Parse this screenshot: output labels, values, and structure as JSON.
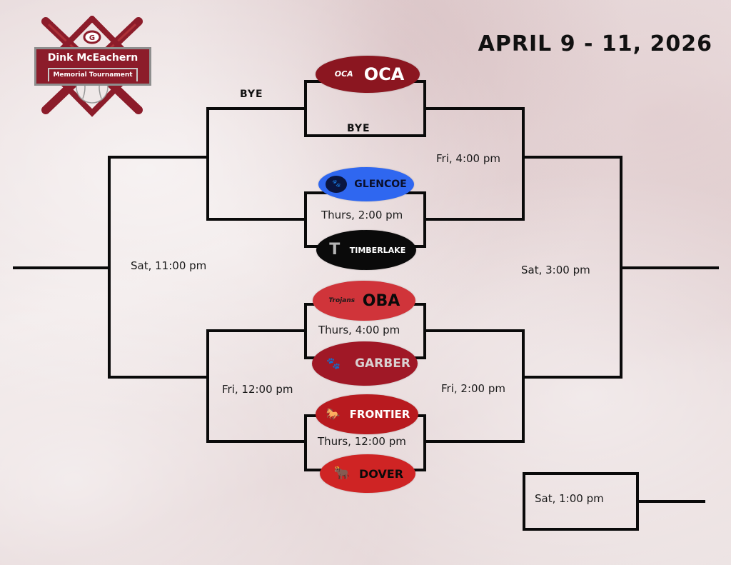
{
  "header": {
    "date_range": "APRIL 9 - 11, 2026"
  },
  "tournament_logo": {
    "title": "Dink McEachern",
    "subtitle": "Memorial Tournament",
    "emblem_letter": "G",
    "colors": {
      "primary": "#8c1c2a",
      "border": "#8e8e8e"
    }
  },
  "bracket": {
    "round1": [
      {
        "top": {
          "name": "OCA",
          "logo_text": "OCA",
          "color": "#8b1620",
          "text_color": "#ffffff"
        },
        "bottom_label": "BYE",
        "time": ""
      },
      {
        "top": {
          "name": "GLENCOE",
          "logo_text": "🐾",
          "color": "#2f67f0",
          "text_color": "#0a0f2a"
        },
        "bottom": {
          "name": "TIMBERLAKE",
          "logo_text": "T",
          "color": "#0a0a0a",
          "text_color": "#ffffff"
        },
        "time": "Thurs, 2:00 pm"
      },
      {
        "top": {
          "name": "OBA",
          "logo_text": "Trojans",
          "color": "#d0343a",
          "text_color": "#0a0a0a"
        },
        "bottom": {
          "name": "GARBER",
          "logo_text": "🐾",
          "color": "#a01826",
          "text_color": "#d9d0d0"
        },
        "time": "Thurs, 4:00 pm"
      },
      {
        "top": {
          "name": "FRONTIER",
          "logo_text": "🐎",
          "color": "#b81a1f",
          "text_color": "#ffffff"
        },
        "bottom": {
          "name": "DOVER",
          "logo_text": "🐂",
          "color": "#cf2424",
          "text_color": "#0a0a0a"
        },
        "time": "Thurs, 12:00 pm"
      }
    ],
    "left_bye_label": "BYE",
    "winners_semis": {
      "top_time": "Fri, 4:00 pm",
      "bottom_time": "Fri, 2:00 pm"
    },
    "winners_final_time": "Sat, 3:00 pm",
    "losers_semis": {
      "bottom_time": "Fri, 12:00 pm"
    },
    "losers_final_time": "Sat, 11:00 pm",
    "consolation_time": "Sat, 1:00 pm"
  }
}
